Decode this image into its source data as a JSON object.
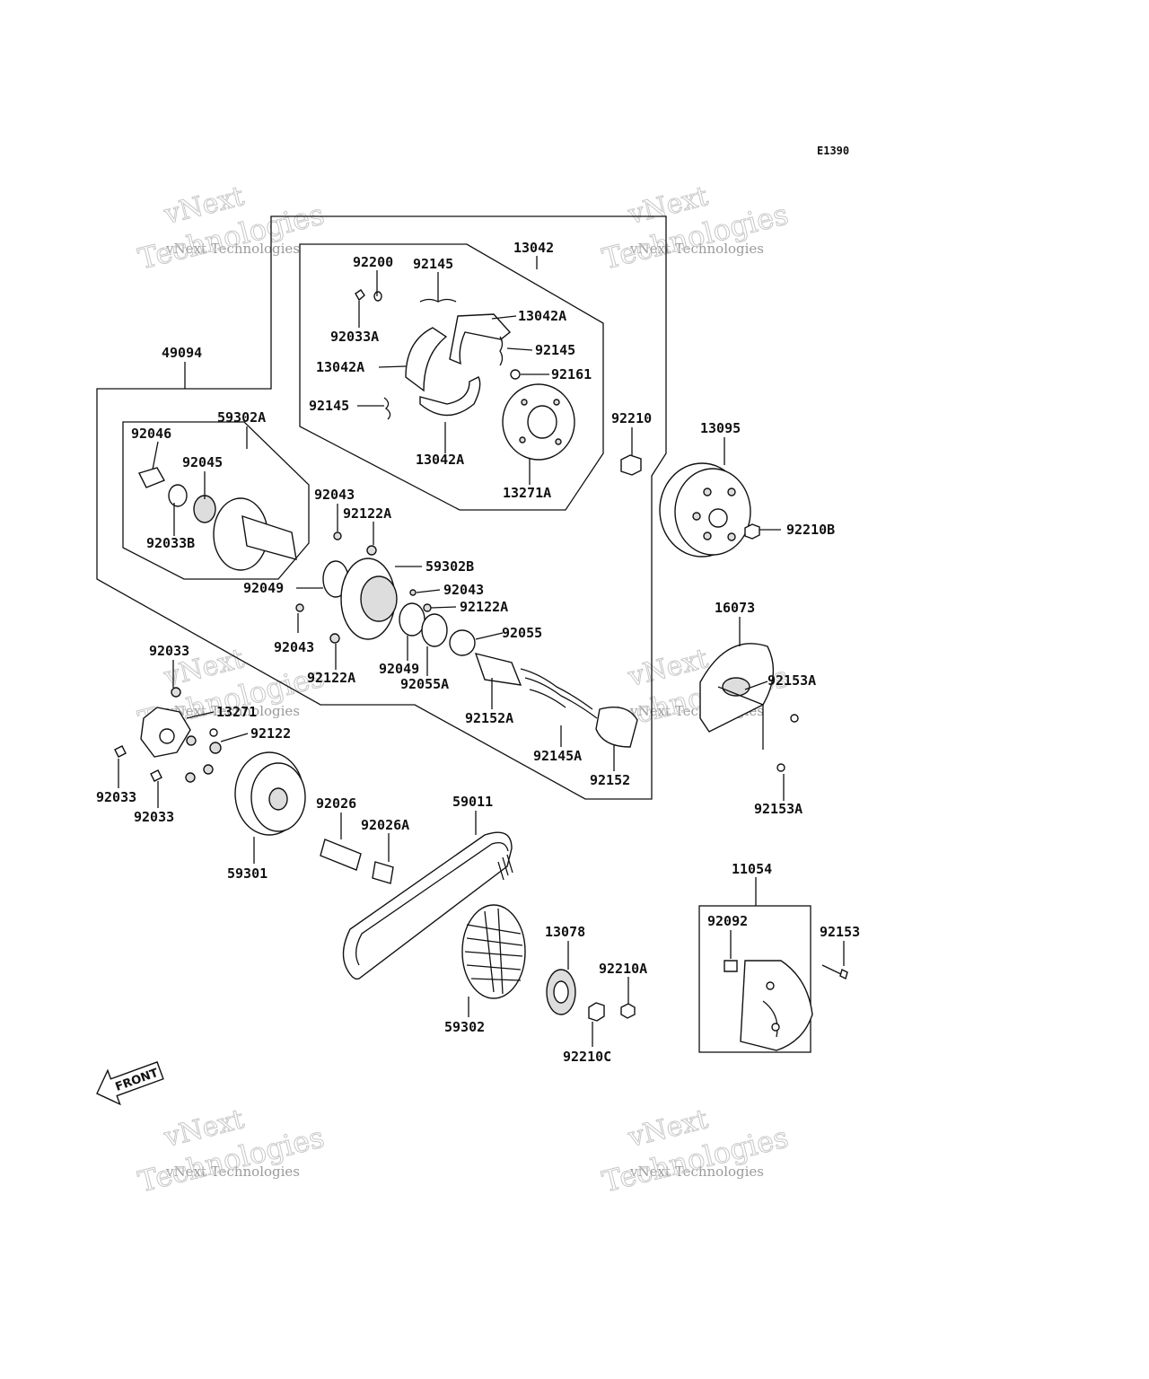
{
  "diagram_code": "E1390",
  "front_label": "FRONT",
  "watermark": {
    "line1": "vNext",
    "line2": "vNext Technologies",
    "line3": "Technologies"
  },
  "parts": [
    "92200",
    "92145",
    "13042",
    "92033A",
    "13042A",
    "92145",
    "13042A",
    "92161",
    "92145",
    "13042A",
    "13271A",
    "92210",
    "13095",
    "92210B",
    "49094",
    "92046",
    "59302A",
    "92045",
    "92033B",
    "92043",
    "92122A",
    "59302B",
    "92049",
    "92043",
    "92122A",
    "92043",
    "92055",
    "92122A",
    "92049",
    "92055A",
    "92152A",
    "92145A",
    "92152",
    "16073",
    "92153A",
    "92153A",
    "92033",
    "13271",
    "92122",
    "92033",
    "92033",
    "59301",
    "92026",
    "92026A",
    "59011",
    "59302",
    "13078",
    "92210A",
    "92210C",
    "11054",
    "92092",
    "92153"
  ]
}
